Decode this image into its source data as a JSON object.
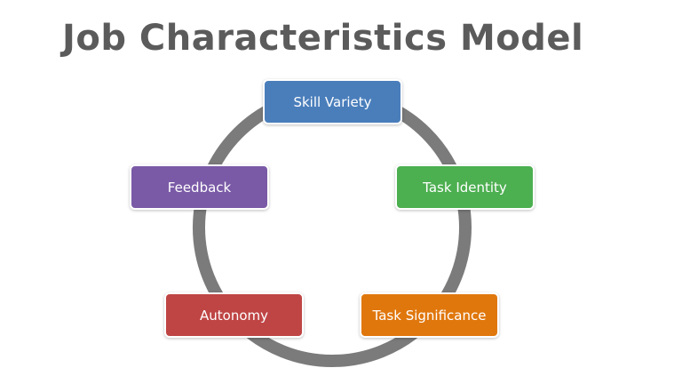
{
  "title": "Job Characteristics Model",
  "nodes": [
    {
      "id": "skill_variety",
      "label": "Skill Variety",
      "color": "#4a7ebb"
    },
    {
      "id": "task_identity",
      "label": "Task Identity",
      "color": "#4caf50"
    },
    {
      "id": "task_significance",
      "label": "Task Significance",
      "color": "#e0770d"
    },
    {
      "id": "autonomy",
      "label": "Autonomy",
      "color": "#bf4545"
    },
    {
      "id": "feedback",
      "label": "Feedback",
      "color": "#7a5aa6"
    }
  ],
  "ring_color": "#7b7b7b"
}
